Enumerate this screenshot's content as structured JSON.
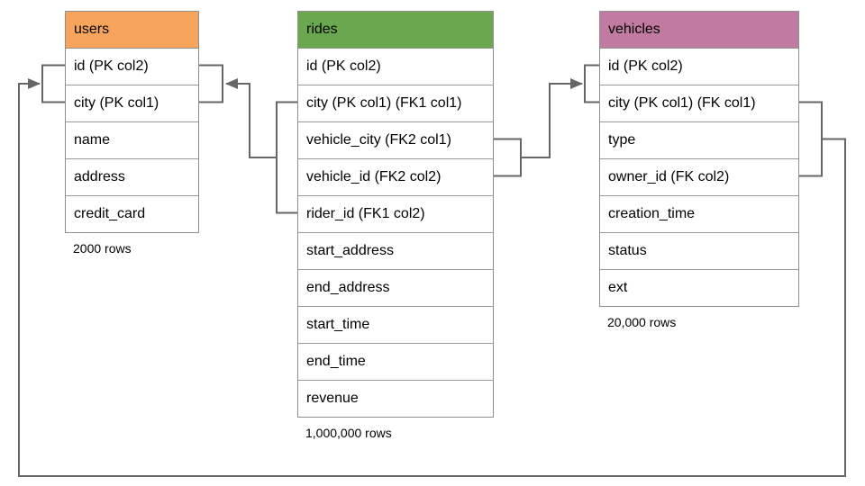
{
  "tables": [
    {
      "name": "users",
      "header_color": "#f7a55c",
      "row_count": "2000 rows",
      "rows": [
        "id (PK col2)",
        "city (PK col1)",
        "name",
        "address",
        "credit_card"
      ]
    },
    {
      "name": "rides",
      "header_color": "#6aa84f",
      "row_count": "1,000,000 rows",
      "rows": [
        "id (PK col2)",
        "city (PK col1) (FK1 col1)",
        "vehicle_city (FK2 col1)",
        "vehicle_id (FK2 col2)",
        "rider_id (FK1 col2)",
        "start_address",
        "end_address",
        "start_time",
        "end_time",
        "revenue"
      ]
    },
    {
      "name": "vehicles",
      "header_color": "#c27ba0",
      "row_count": "20,000 rows",
      "rows": [
        "id (PK col2)",
        "city (PK col1) (FK col1)",
        "type",
        "owner_id (FK col2)",
        "creation_time",
        "status",
        "ext"
      ]
    }
  ],
  "relationships": [
    {
      "label": "FK1",
      "from_table": "rides",
      "from_columns": "city, rider_id",
      "to_table": "users",
      "to_columns": "city, id"
    },
    {
      "label": "FK2",
      "from_table": "rides",
      "from_columns": "vehicle_city, vehicle_id",
      "to_table": "vehicles",
      "to_columns": "city, id"
    },
    {
      "label": "FK",
      "from_table": "vehicles",
      "from_columns": "city, owner_id",
      "to_table": "users",
      "to_columns": "city, id"
    }
  ],
  "colors": {
    "connector": "#666666",
    "table_border": "#8f8f8f",
    "background": "#ffffff",
    "text": "#000000"
  }
}
